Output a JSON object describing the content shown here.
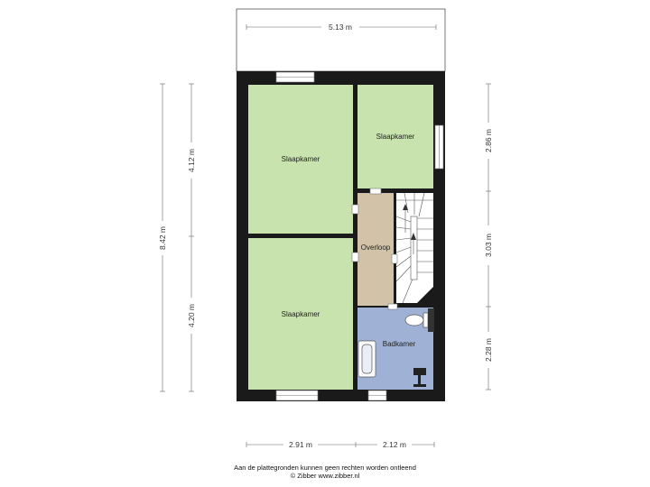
{
  "rooms": {
    "bedroom_1": "Slaapkamer",
    "bedroom_2": "Slaapkamer",
    "bedroom_3": "Slaapkamer",
    "landing": "Overloop",
    "bathroom": "Badkamer"
  },
  "dimensions": {
    "top_width": "5.13 m",
    "left_upper": "4.12 m",
    "left_lower": "4.20 m",
    "left_total": "8.42 m",
    "right_upper": "2.86 m",
    "right_middle": "3.03 m",
    "right_lower": "2.28 m",
    "bottom_left": "2.91 m",
    "bottom_right": "2.12 m"
  },
  "footer": {
    "line1": "Aan de plattegronden kunnen geen rechten worden ontleend",
    "line2": "© Zibber www.zibber.nl"
  },
  "colors": {
    "wall": "#1a1a1a",
    "bedroom": "#c8e3ad",
    "landing": "#d2c3a8",
    "bathroom": "#9fb1d4"
  }
}
